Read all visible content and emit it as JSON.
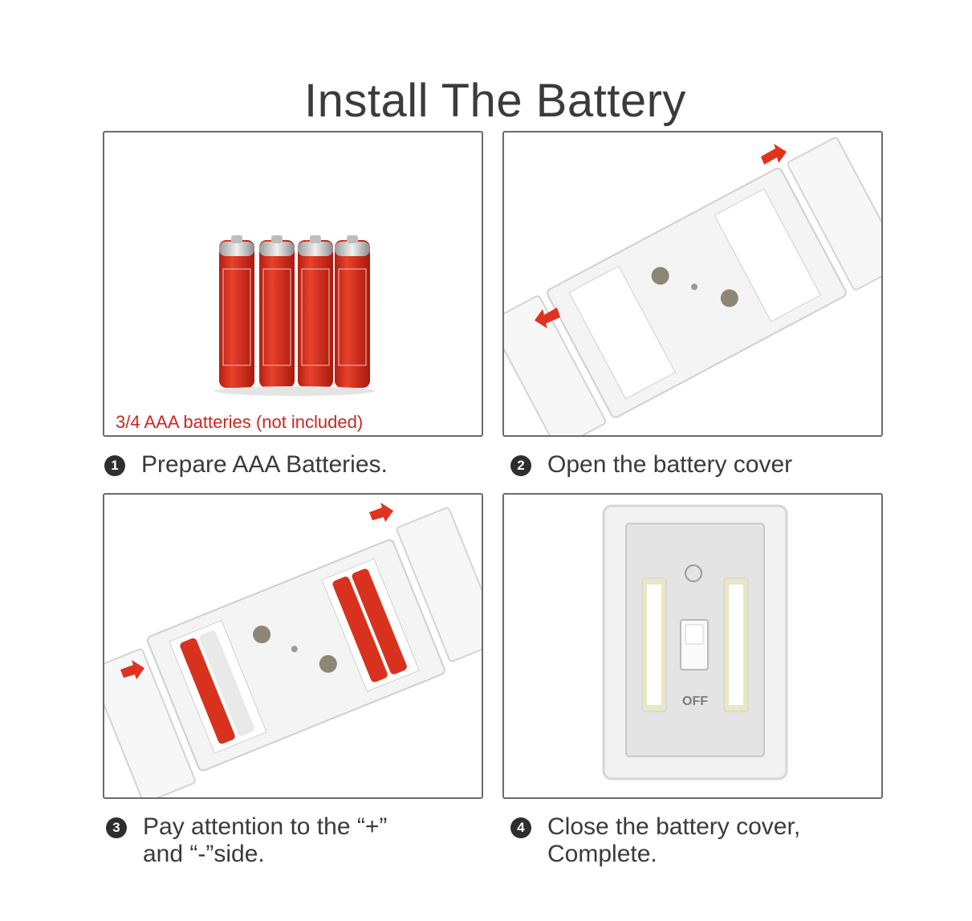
{
  "title": "Install The Battery",
  "panel1": {
    "note": "3/4 AAA batteries (not included)"
  },
  "panel4": {
    "switch_label": "OFF"
  },
  "steps": [
    {
      "num": "1",
      "line1": "Prepare AAA Batteries.",
      "line2": ""
    },
    {
      "num": "2",
      "line1": "Open the battery cover",
      "line2": ""
    },
    {
      "num": "3",
      "line1": "Pay attention to the “+”",
      "line2": "and “-”side."
    },
    {
      "num": "4",
      "line1": "Close the battery cover,",
      "line2": "Complete."
    }
  ],
  "colors": {
    "battery_red": "#d8321f",
    "arrow_red": "#e0321e",
    "note_red": "#c8281e"
  }
}
